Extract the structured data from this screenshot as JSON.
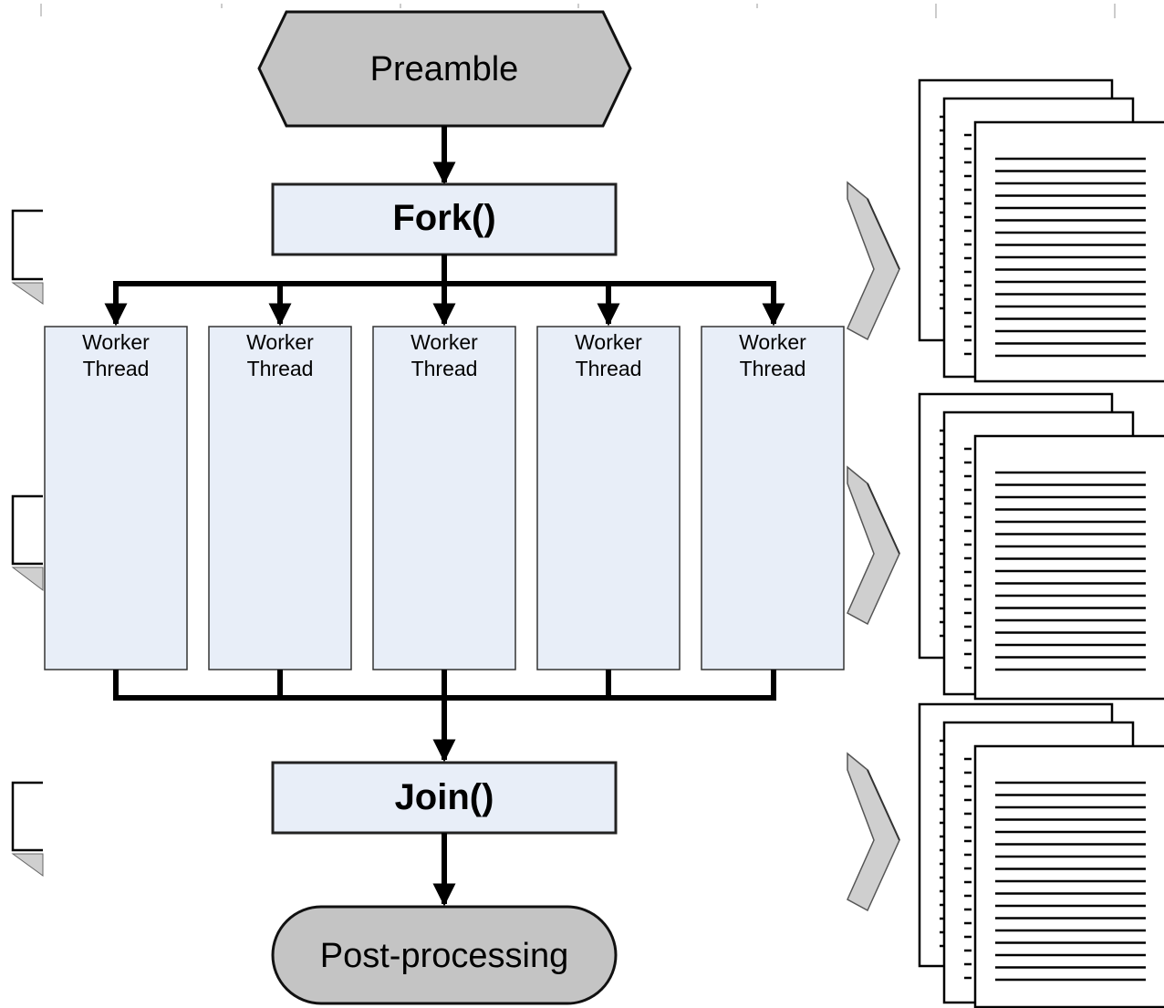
{
  "diagram": {
    "preamble": "Preamble",
    "fork": "Fork()",
    "workers": [
      "Worker",
      "Thread"
    ],
    "worker_count": 5,
    "join": "Join()",
    "post": "Post-processing"
  },
  "colors": {
    "process_fill": "#e8eef8",
    "terminal_fill": "#c4c4c4",
    "connector": "#000000"
  }
}
